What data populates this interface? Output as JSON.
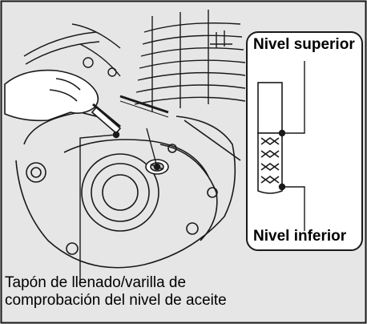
{
  "labels": {
    "upper_level": "Nivel superior",
    "lower_level": "Nivel inferior",
    "cap_line1": "Tapón de llenado/varilla de",
    "cap_line2": "comprobación del nivel de aceite"
  },
  "colors": {
    "background": "#e6e6e6",
    "line": "#1a1a1a",
    "panel_fill": "#ffffff"
  }
}
